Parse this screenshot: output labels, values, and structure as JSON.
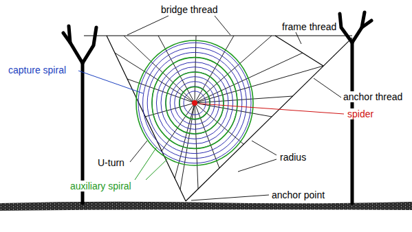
{
  "diagram": {
    "labels": [
      "bridge thread",
      "frame thread",
      "capture spiral",
      "anchor thread",
      "spider",
      "U-turn",
      "radius",
      "auxiliary spiral",
      "anchor point"
    ]
  }
}
